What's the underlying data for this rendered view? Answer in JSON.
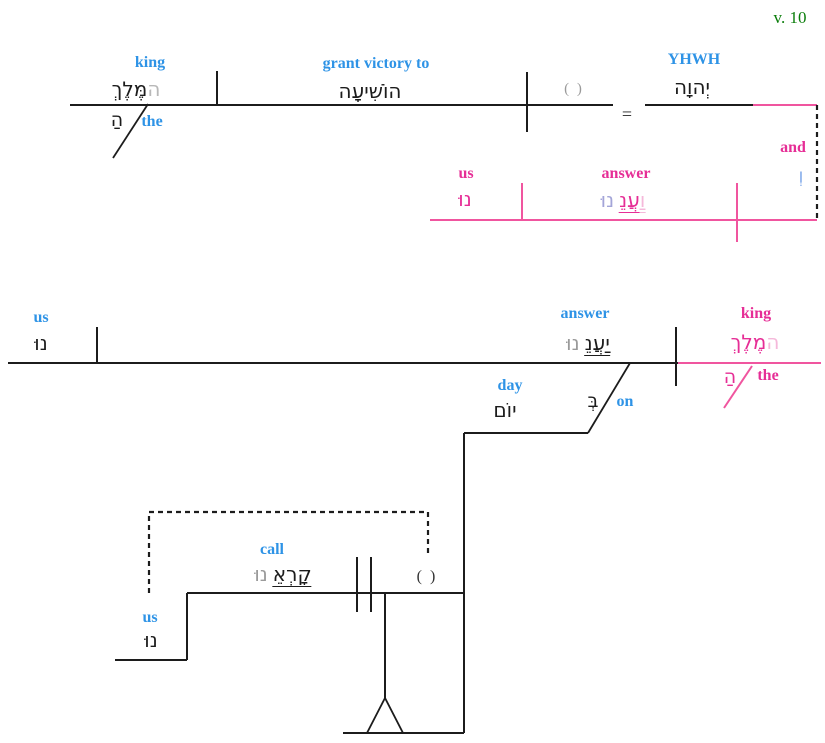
{
  "colors": {
    "blue": "#2e93e6",
    "magenta": "#e62e96",
    "pink_line": "#f0559f",
    "light_pink": "#f5b8da",
    "light_blue": "#8fb3ec",
    "lavender": "#a3a5d8",
    "gray": "#9a9a9a",
    "light_gray": "#b8b8b8",
    "green": "#0a7d0a",
    "black": "#1c1c1c"
  },
  "verse_label": "v. 10",
  "reading1": {
    "subject_king": {
      "gloss": "king",
      "heb_article": "ה",
      "heb_noun": "מֶּלֶךְ"
    },
    "article": {
      "heb": "הַ",
      "gloss": "the"
    },
    "verb": {
      "gloss": "grant victory to",
      "heb": "הוֹשִׁיעָה"
    },
    "elided_object": "( )",
    "equals": "=",
    "vocative": {
      "gloss": "YHWH",
      "heb": "יְהוָה"
    },
    "conjunction": {
      "gloss": "and",
      "heb": "וְ"
    },
    "object_us": {
      "gloss": "us",
      "heb": "נוּ"
    },
    "verb_answer": {
      "gloss": "answer",
      "heb_conj": "וַ",
      "heb_stem": "עֲנֵ",
      "heb_suffix": "נוּ"
    }
  },
  "reading2": {
    "object_us": {
      "gloss": "us",
      "heb": "נוּ"
    },
    "verb_answer": {
      "gloss": "answer",
      "heb_stem": "יַעֲנֵ",
      "heb_suffix": "נוּ"
    },
    "subject_king": {
      "gloss": "king",
      "heb_article": "ה",
      "heb_noun": "מֶלֶךְ"
    },
    "article": {
      "heb": "הַ",
      "gloss": "the"
    },
    "prep": {
      "heb": "בְּ",
      "gloss": "on"
    },
    "prep_object_day": {
      "gloss": "day",
      "heb": "יוֹם"
    },
    "rel_clause": {
      "verb_call": {
        "gloss": "call",
        "heb_stem": "קָרְאֵ",
        "heb_suffix": "נוּ"
      },
      "elided_object": "( )",
      "subject_us": {
        "gloss": "us",
        "heb": "נוּ"
      }
    }
  }
}
